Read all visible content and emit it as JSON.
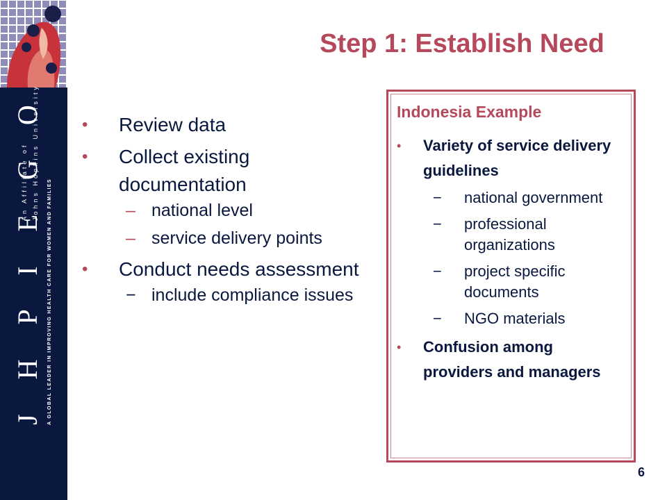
{
  "slide": {
    "title": "Step 1: Establish Need",
    "page_number": "6"
  },
  "branding": {
    "name": "J H P I E G O",
    "affiliate_line1": "An Affiliate of",
    "affiliate_line2": "Johns Hopkins University",
    "tagline": "A GLOBAL LEADER IN IMPROVING HEALTH CARE FOR WOMEN AND FAMILIES",
    "colors": {
      "navy": "#0a1840",
      "accent": "#b5485a",
      "logo_red": "#c8323a",
      "logo_purple": "#8a86b5"
    }
  },
  "main_bullets": [
    {
      "text": "Review data"
    },
    {
      "text": "Collect existing documentation",
      "sub": [
        "national level",
        "service delivery points"
      ]
    },
    {
      "text": "Conduct needs assessment",
      "sub": [
        "include compliance issues"
      ]
    }
  ],
  "sub_markers": {
    "dash_en": "–",
    "dash_minus": "−"
  },
  "bullet_marker": "•",
  "example_box": {
    "title": "Indonesia Example",
    "items": [
      {
        "text": "Variety of service delivery guidelines",
        "sub": [
          "national government",
          "professional organizations",
          "project specific documents",
          "NGO materials"
        ]
      },
      {
        "text": "Confusion among providers and managers"
      }
    ]
  }
}
